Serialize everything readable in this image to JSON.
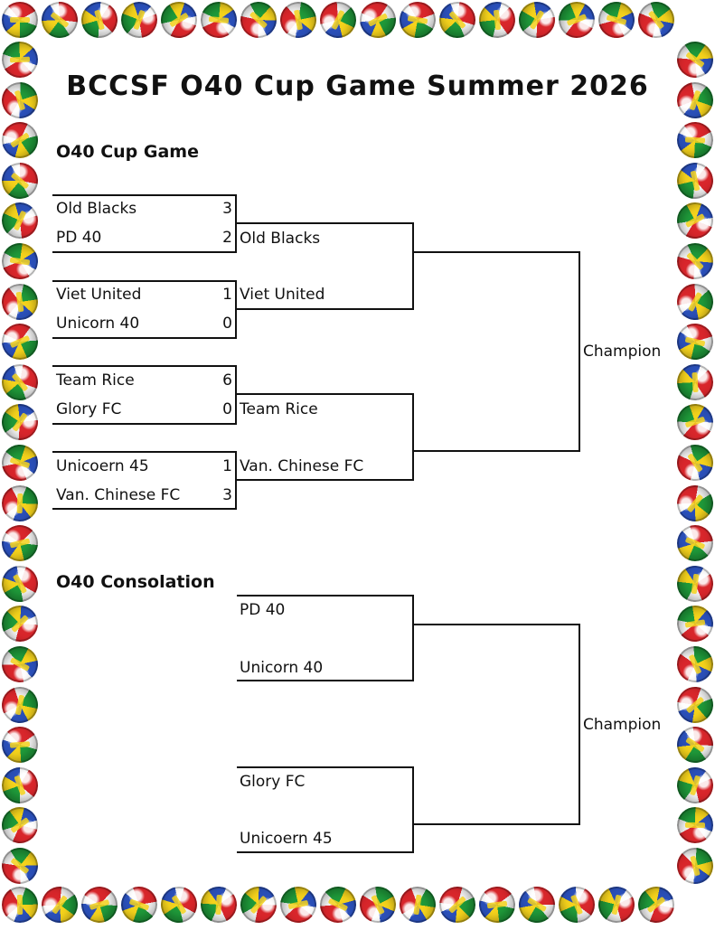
{
  "title": "BCCSF O40 Cup Game Summer 2026",
  "cup": {
    "heading": "O40 Cup Game",
    "round1": [
      {
        "team1": "Old Blacks",
        "score1": "3",
        "team2": "PD 40",
        "score2": "2"
      },
      {
        "team1": "Viet United",
        "score1": "1",
        "team2": "Unicorn 40",
        "score2": "0"
      },
      {
        "team1": "Team Rice",
        "score1": "6",
        "team2": "Glory FC",
        "score2": "0"
      },
      {
        "team1": "Unicoern 45",
        "score1": "1",
        "team2": "Van. Chinese FC",
        "score2": "3"
      }
    ],
    "round2": [
      "Old Blacks",
      "Viet United",
      "Team Rice",
      "Van. Chinese FC"
    ],
    "final_label": "Champion"
  },
  "consolation": {
    "heading": "O40 Consolation",
    "teams": [
      "PD 40",
      "Unicorn 40",
      "Glory FC",
      "Unicoern 45"
    ],
    "final_label": "Champion"
  }
}
